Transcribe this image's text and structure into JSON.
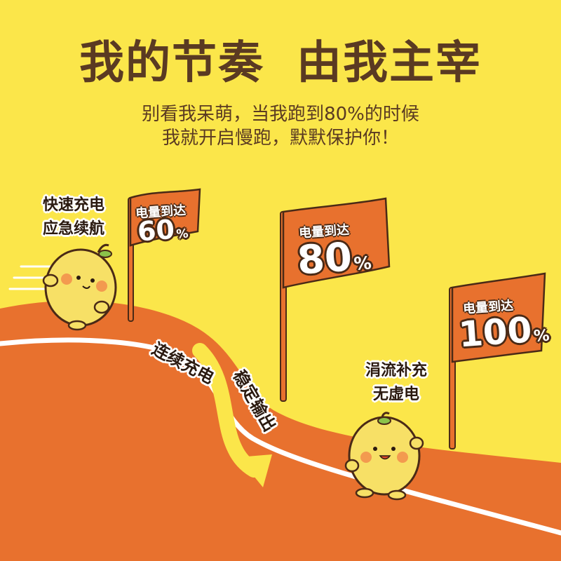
{
  "headline": {
    "part1": "我的节奏",
    "part2": "由我主宰"
  },
  "subheadline": {
    "line1": "别看我呆萌，当我跑到80%的时候",
    "line2": "我就开启慢跑，默默保护你！"
  },
  "labels": {
    "fast_line1": "快速充电",
    "fast_line2": "应急续航",
    "continuous": "连续充电",
    "stable": "稳定输出",
    "trickle_line1": "涓流补充",
    "trickle_line2": "无虚电"
  },
  "flags": [
    {
      "label": "电量到达",
      "value": "60",
      "unit": "%"
    },
    {
      "label": "电量到达",
      "value": "80",
      "unit": "%"
    },
    {
      "label": "电量到达",
      "value": "100",
      "unit": "%"
    }
  ],
  "colors": {
    "background": "#fbe64a",
    "track": "#e8712e",
    "flag": "#e8712e",
    "text_brown": "#5a3a22",
    "mascot": "#f7e066"
  },
  "icons": [
    "running-mascot-icon",
    "waving-mascot-icon",
    "down-arrow-icon"
  ]
}
